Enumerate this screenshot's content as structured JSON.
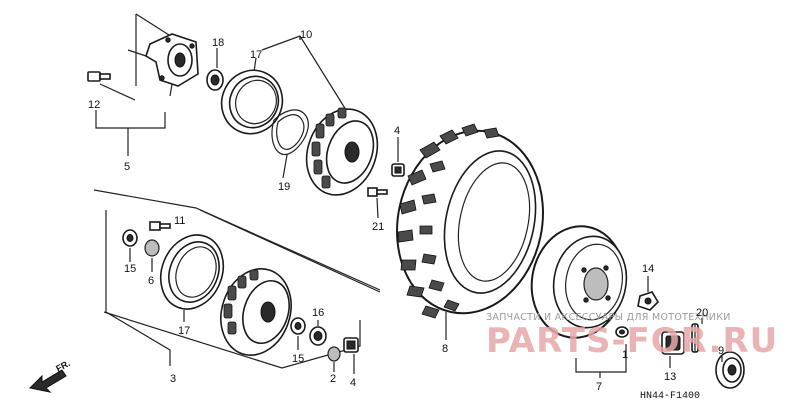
{
  "callouts": {
    "c18": "18",
    "c17a": "17",
    "c10": "10",
    "c12": "12",
    "c5": "5",
    "c19": "19",
    "c4a": "4",
    "c21": "21",
    "c11": "11",
    "c15a": "15",
    "c6": "6",
    "c17b": "17",
    "c15b": "15",
    "c16": "16",
    "c3": "3",
    "c2": "2",
    "c4b": "4",
    "c8": "8",
    "c14": "14",
    "c20": "20",
    "c1": "1",
    "c7": "7",
    "c13": "13",
    "c9": "9"
  },
  "diagram_code": "HN44-F1400",
  "direction_label": "FR.",
  "watermark": {
    "caption": "ЗАПЧАСТИ И АКСЕССУАРЫ ДЛЯ МОТОТЕХНИКИ",
    "brand": "PARTS-FOR.RU"
  },
  "colors": {
    "ink": "#1a1a1a",
    "watermark": "#e8a8a8",
    "background": "#ffffff"
  }
}
